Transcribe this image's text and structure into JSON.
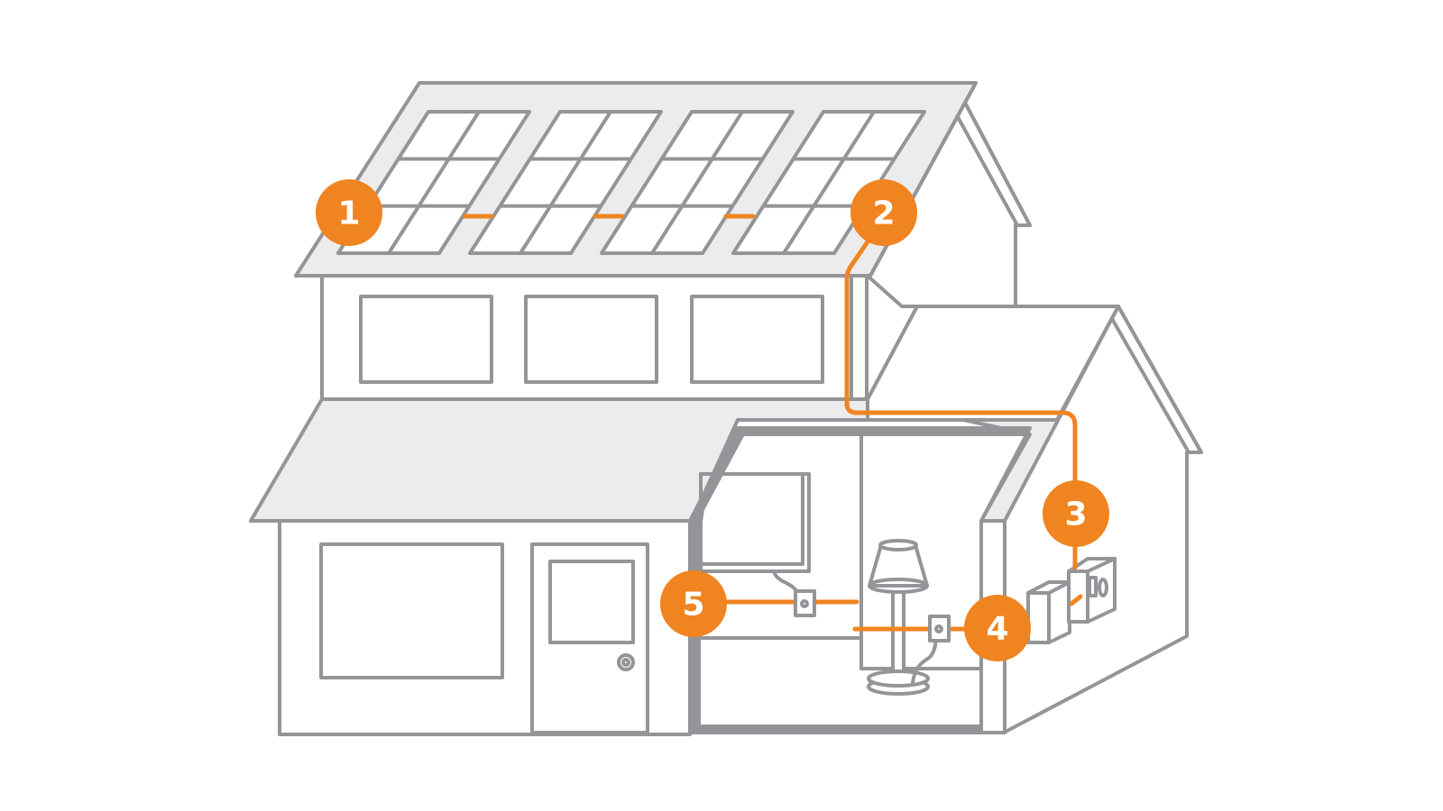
{
  "colors": {
    "outline": "#939598",
    "roof_fill": "#ececec",
    "accent": "#f08421",
    "background": "#ffffff"
  },
  "steps": [
    {
      "number": "1",
      "component": "solar-panels"
    },
    {
      "number": "2",
      "component": "roof-conduit"
    },
    {
      "number": "3",
      "component": "inverter-and-meter"
    },
    {
      "number": "4",
      "component": "electrical-outlet"
    },
    {
      "number": "5",
      "component": "household-outlet"
    }
  ]
}
